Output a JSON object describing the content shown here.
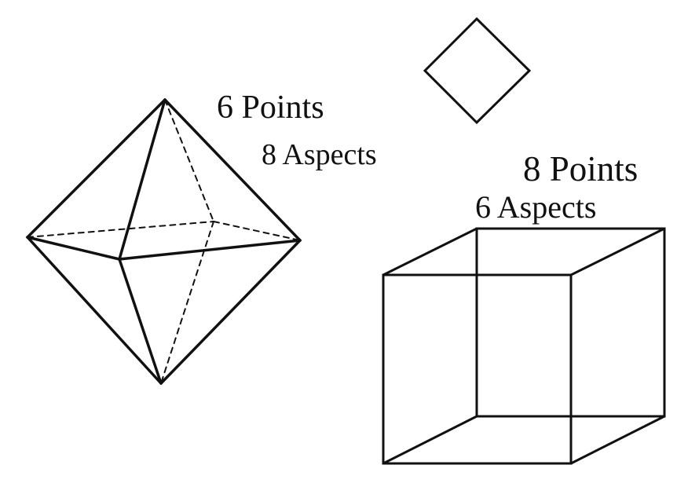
{
  "octahedron": {
    "points_label": "6 Points",
    "aspects_label": "8 Aspects"
  },
  "cube": {
    "points_label": "8 Points",
    "aspects_label": "6 Aspects"
  },
  "colors": {
    "background": "#ffffff",
    "ink": "#111111"
  }
}
